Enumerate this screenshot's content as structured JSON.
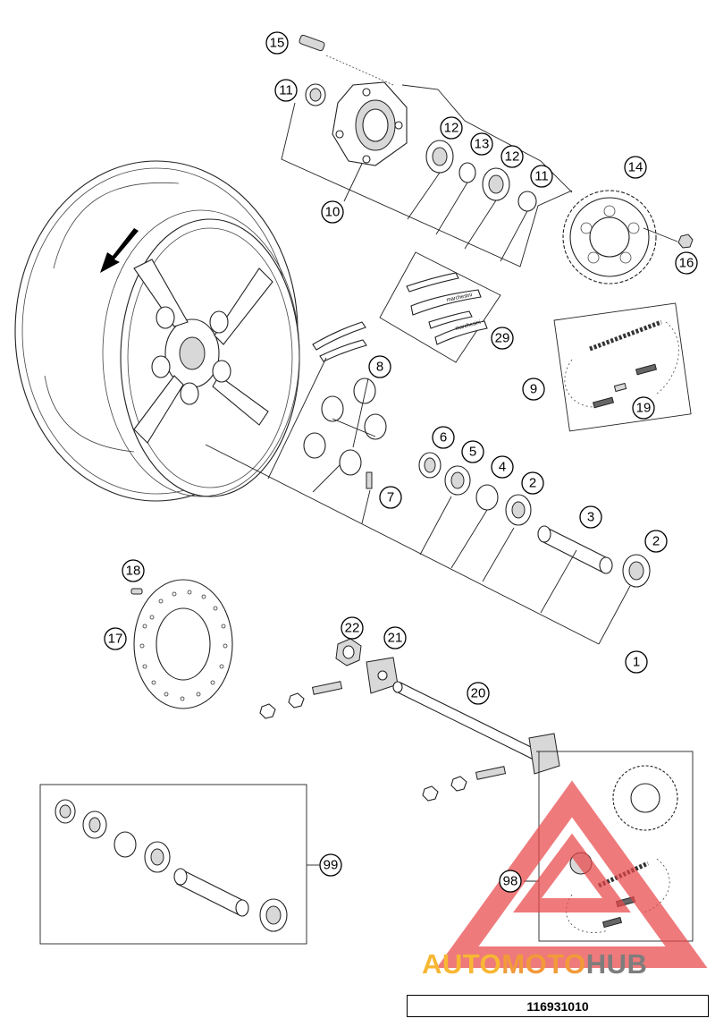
{
  "diagram": {
    "part_number": "116931010",
    "callouts": [
      {
        "id": "c1",
        "label": "1"
      },
      {
        "id": "c2a",
        "label": "2"
      },
      {
        "id": "c2b",
        "label": "2"
      },
      {
        "id": "c3",
        "label": "3"
      },
      {
        "id": "c4",
        "label": "4"
      },
      {
        "id": "c5",
        "label": "5"
      },
      {
        "id": "c6",
        "label": "6"
      },
      {
        "id": "c7",
        "label": "7"
      },
      {
        "id": "c8",
        "label": "8"
      },
      {
        "id": "c9",
        "label": "9"
      },
      {
        "id": "c10",
        "label": "10"
      },
      {
        "id": "c11a",
        "label": "11"
      },
      {
        "id": "c11b",
        "label": "11"
      },
      {
        "id": "c12a",
        "label": "12"
      },
      {
        "id": "c12b",
        "label": "12"
      },
      {
        "id": "c13",
        "label": "13"
      },
      {
        "id": "c14",
        "label": "14"
      },
      {
        "id": "c15",
        "label": "15"
      },
      {
        "id": "c16",
        "label": "16"
      },
      {
        "id": "c17",
        "label": "17"
      },
      {
        "id": "c18",
        "label": "18"
      },
      {
        "id": "c19",
        "label": "19"
      },
      {
        "id": "c20",
        "label": "20"
      },
      {
        "id": "c21",
        "label": "21"
      },
      {
        "id": "c22",
        "label": "22"
      },
      {
        "id": "c29",
        "label": "29"
      },
      {
        "id": "c98",
        "label": "98"
      },
      {
        "id": "c99",
        "label": "99"
      }
    ],
    "decal_text": "marchesini"
  },
  "watermark": {
    "part1": "AUTO",
    "part2": "MOTO",
    "part3": "HUB",
    "colors": {
      "auto": "#f7b733",
      "moto": "#f29a3a",
      "hub": "#7d7d7d",
      "triangle": "#e8474a"
    }
  }
}
